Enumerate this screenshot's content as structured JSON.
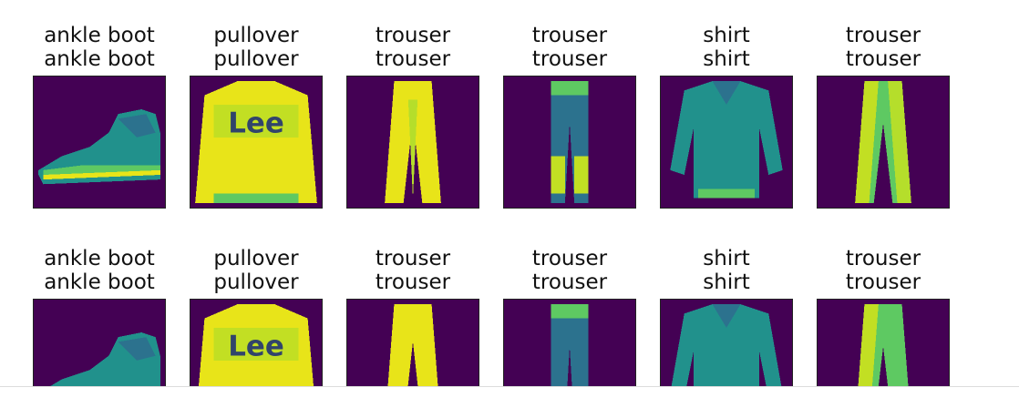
{
  "grid": {
    "rows": [
      {
        "cells": [
          {
            "line1": "ankle boot",
            "line2": "ankle boot",
            "item": "ankle-boot"
          },
          {
            "line1": "pullover",
            "line2": "pullover",
            "item": "pullover"
          },
          {
            "line1": "trouser",
            "line2": "trouser",
            "item": "trouser-a"
          },
          {
            "line1": "trouser",
            "line2": "trouser",
            "item": "trouser-b"
          },
          {
            "line1": "shirt",
            "line2": "shirt",
            "item": "shirt"
          },
          {
            "line1": "trouser",
            "line2": "trouser",
            "item": "trouser-c"
          }
        ]
      },
      {
        "cells": [
          {
            "line1": "ankle boot",
            "line2": "ankle boot",
            "item": "ankle-boot"
          },
          {
            "line1": "pullover",
            "line2": "pullover",
            "item": "pullover"
          },
          {
            "line1": "trouser",
            "line2": "trouser",
            "item": "trouser-a"
          },
          {
            "line1": "trouser",
            "line2": "trouser",
            "item": "trouser-b"
          },
          {
            "line1": "shirt",
            "line2": "shirt",
            "item": "shirt"
          },
          {
            "line1": "trouser",
            "line2": "trouser",
            "item": "trouser-c"
          }
        ]
      }
    ]
  },
  "colors": {
    "background": "#440154",
    "yellow": "#e8e419",
    "green": "#5ec962",
    "teal": "#21918c",
    "blue": "#3b528b"
  },
  "logo_text": "Lee"
}
